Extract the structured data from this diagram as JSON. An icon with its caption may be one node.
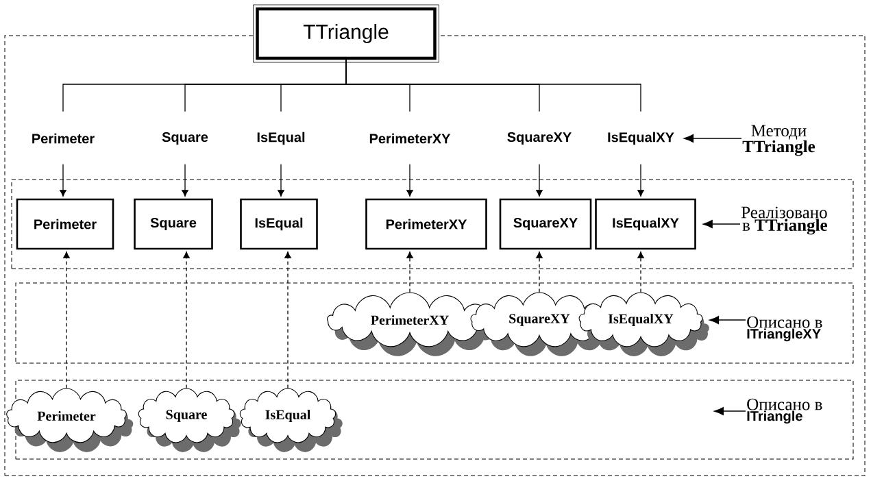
{
  "diagram": {
    "nodes": [
      {
        "text": [
          "TTriangle"
        ]
      },
      {
        "text": [],
        "shape": "box"
      },
      {
        "text": [
          "Perimeter"
        ],
        "in": 1
      },
      {
        "text": [
          "Square"
        ],
        "in": 1
      },
      {
        "text": [
          "IsEqual"
        ],
        "in": 1
      },
      {
        "text": [
          "PerimeterXY"
        ],
        "in": 1
      },
      {
        "text": [
          "SquareXY"
        ],
        "in": 1
      },
      {
        "text": [
          "IsEqualXY"
        ],
        "in": 1
      },
      {
        "text": [
          "Методи",
          "TTriangle"
        ],
        "in": 1
      },
      {
        "text": [],
        "shape": "box",
        "in": 1
      },
      {
        "text": [
          "Perimeter"
        ],
        "in": 9
      },
      {
        "text": [
          "Square"
        ],
        "in": 9
      },
      {
        "text": [
          "IsEqual"
        ],
        "in": 9
      },
      {
        "text": [
          "PerimeterXY"
        ],
        "in": 9
      },
      {
        "text": [
          "SquareXY"
        ],
        "in": 9
      },
      {
        "text": [
          "IsEqualXY"
        ],
        "in": 9
      },
      {
        "text": [
          "Реалізовано",
          "в **TTriangle**"
        ],
        "in": 9
      },
      {
        "text": [],
        "shape": "box",
        "in": 1
      },
      {
        "text": [
          "PerimeterXY"
        ],
        "in": 17
      },
      {
        "text": [
          "SquareXY"
        ],
        "in": 17
      },
      {
        "text": [
          "IsEqualXY"
        ],
        "in": 17
      },
      {
        "text": [
          "Описано в",
          "ITriangleXY"
        ],
        "in": 17
      },
      {
        "text": [],
        "shape": "box",
        "in": 1
      },
      {
        "text": [
          "Perimeter"
        ],
        "in": 22
      },
      {
        "text": [
          "Square"
        ],
        "in": 22
      },
      {
        "text": [
          "IsEqual"
        ],
        "in": 22
      },
      {
        "text": [
          "Описано в",
          "ITriangle"
        ],
        "in": 22
      }
    ],
    "edges": [
      {
        "from": 0,
        "to": 2,
        "arrow": "none"
      },
      {
        "from": 0,
        "to": 3,
        "arrow": "none"
      },
      {
        "from": 0,
        "to": 4,
        "arrow": "none"
      },
      {
        "from": 0,
        "to": 5,
        "arrow": "none"
      },
      {
        "from": 0,
        "to": 6,
        "arrow": "none"
      },
      {
        "from": 0,
        "to": 7,
        "arrow": "none"
      },
      {
        "from": 2,
        "to": 10,
        "arrow": "to"
      },
      {
        "from": 3,
        "to": 11,
        "arrow": "to"
      },
      {
        "from": 4,
        "to": 12,
        "arrow": "to"
      },
      {
        "from": 5,
        "to": 13,
        "arrow": "to"
      },
      {
        "from": 6,
        "to": 14,
        "arrow": "to"
      },
      {
        "from": 7,
        "to": 15,
        "arrow": "to"
      },
      {
        "from": 8,
        "to": 7,
        "arrow": "to"
      },
      {
        "from": 16,
        "to": 15,
        "arrow": "to"
      },
      {
        "from": 21,
        "to": 20,
        "arrow": "to"
      },
      {
        "from": 26,
        "to": null,
        "arrow": "to"
      },
      {
        "from": 18,
        "to": 13,
        "arrow": "to",
        "style": "dashed"
      },
      {
        "from": 19,
        "to": 14,
        "arrow": "to",
        "style": "dashed"
      },
      {
        "from": 20,
        "to": 15,
        "arrow": "to",
        "style": "dashed"
      },
      {
        "from": 23,
        "to": 10,
        "arrow": "to",
        "style": "dashed"
      },
      {
        "from": 24,
        "to": 11,
        "arrow": "to",
        "style": "dashed"
      },
      {
        "from": 25,
        "to": 12,
        "arrow": "to",
        "style": "dashed"
      }
    ]
  }
}
